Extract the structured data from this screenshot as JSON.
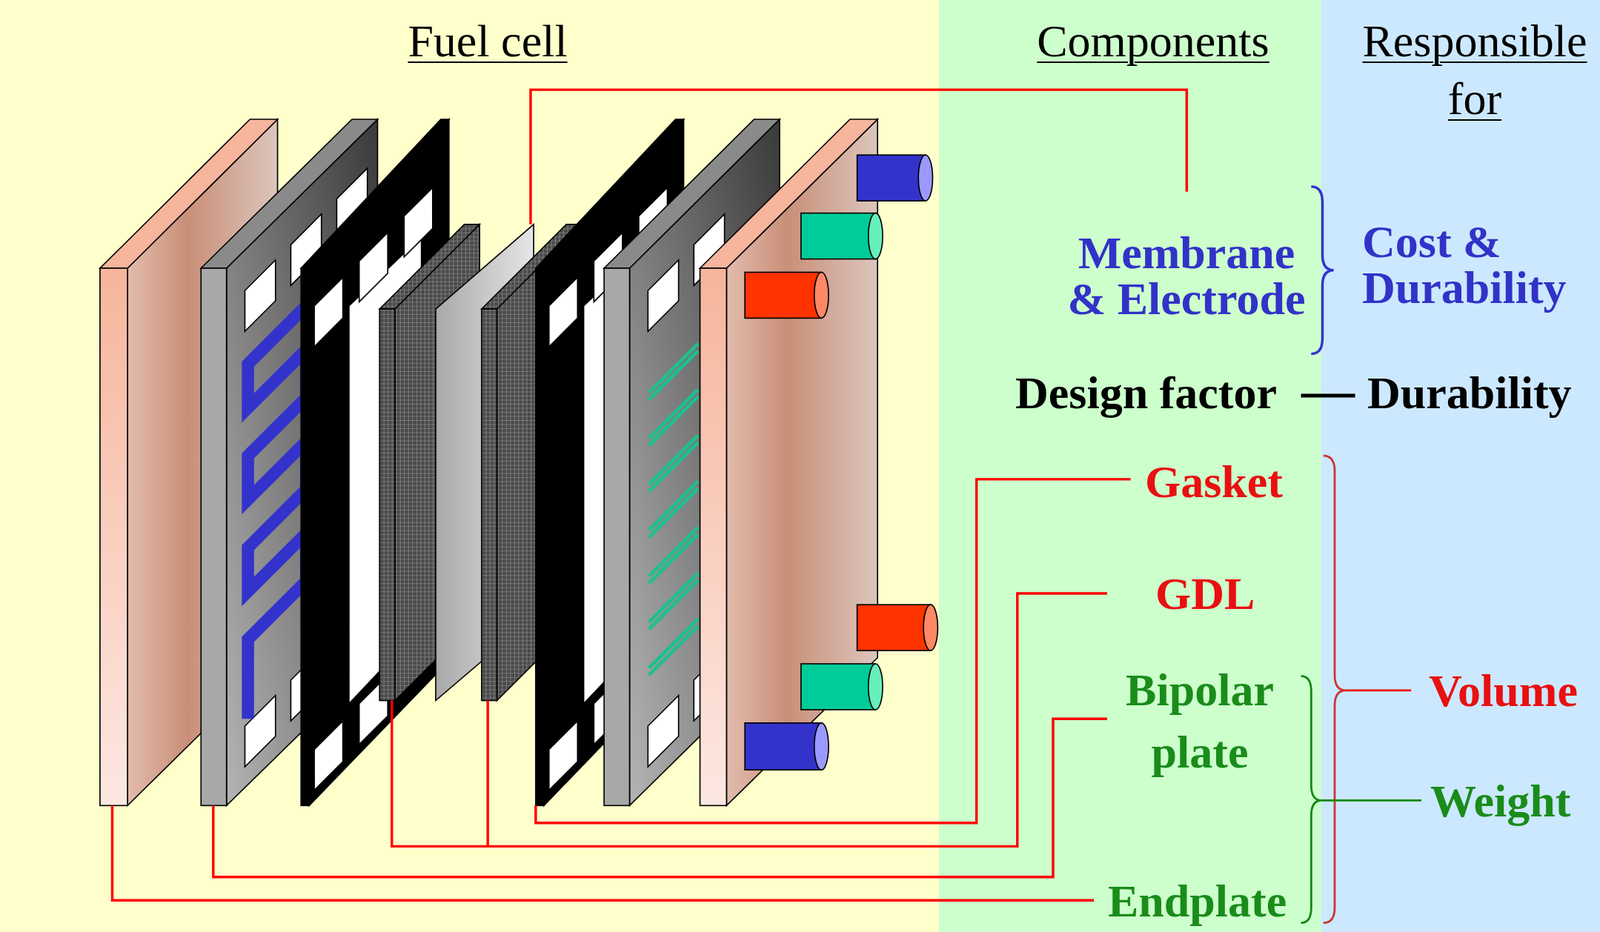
{
  "diagram": {
    "nodes": [
      {
        "text": [
          "Fuel cell"
        ]
      },
      {
        "text": [
          "Components"
        ]
      },
      {
        "text": [
          "Responsible for"
        ]
      }
    ],
    "labels": [
      "Membrane & Electrode",
      "Cost & Durability",
      "Design factor",
      "Durability",
      "Gasket",
      "GDL",
      "Volume",
      "Bipolar plate",
      "Weight",
      "Endplate"
    ]
  }
}
